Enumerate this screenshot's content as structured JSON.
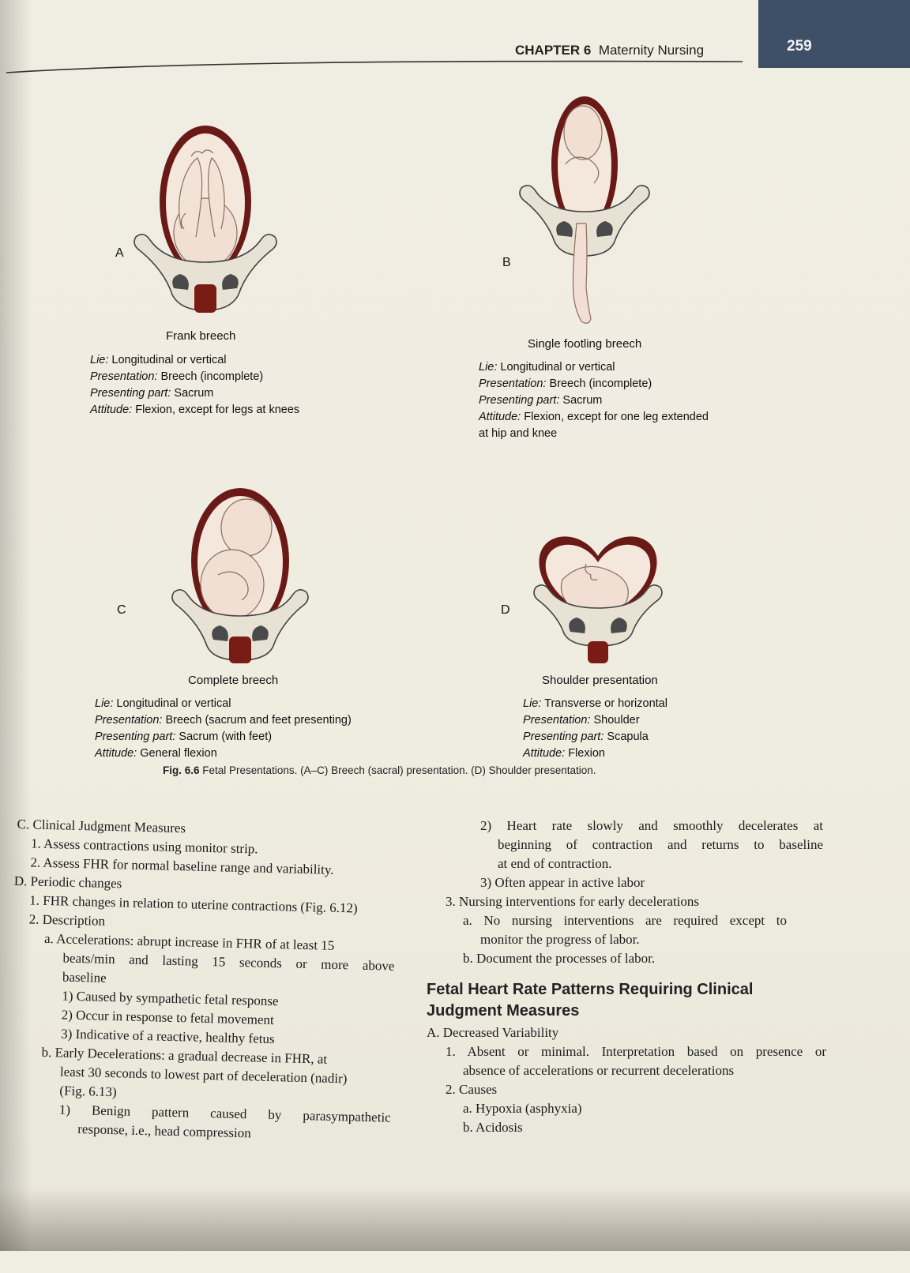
{
  "header": {
    "chapter": "CHAPTER 6",
    "title": "Maternity Nursing",
    "page_number": "259"
  },
  "figures": {
    "a": {
      "letter": "A",
      "title": "Frank breech",
      "lie_label": "Lie:",
      "lie": " Longitudinal or vertical",
      "presentation_label": "Presentation:",
      "presentation": " Breech (incomplete)",
      "part_label": "Presenting part:",
      "part": " Sacrum",
      "attitude_label": "Attitude:",
      "attitude": " Flexion, except for legs at knees"
    },
    "b": {
      "letter": "B",
      "title": "Single footling breech",
      "lie_label": "Lie:",
      "lie": " Longitudinal or vertical",
      "presentation_label": "Presentation:",
      "presentation": " Breech (incomplete)",
      "part_label": "Presenting part:",
      "part": " Sacrum",
      "attitude_label": "Attitude:",
      "attitude": " Flexion, except for one leg extended",
      "attitude_cont": "at hip and knee"
    },
    "c": {
      "letter": "C",
      "title": "Complete breech",
      "lie_label": "Lie:",
      "lie": " Longitudinal or vertical",
      "presentation_label": "Presentation:",
      "presentation": " Breech (sacrum and feet presenting)",
      "part_label": "Presenting part:",
      "part": " Sacrum (with feet)",
      "attitude_label": "Attitude:",
      "attitude": " General flexion"
    },
    "d": {
      "letter": "D",
      "title": "Shoulder presentation",
      "lie_label": "Lie:",
      "lie": " Transverse or horizontal",
      "presentation_label": "Presentation:",
      "presentation": " Shoulder",
      "part_label": "Presenting part:",
      "part": " Scapula",
      "attitude_label": "Attitude:",
      "attitude": " Flexion"
    },
    "caption_label": "Fig. 6.6",
    "caption_text": " Fetal Presentations. (A–C) Breech (sacral) presentation. (D) Shoulder presentation."
  },
  "left_column": {
    "l1": "C. Clinical Judgment Measures",
    "l2": "1. Assess contractions using monitor strip.",
    "l3": "2. Assess FHR for normal baseline range and variability.",
    "l4": "D. Periodic changes",
    "l5": "1. FHR changes in relation to uterine contractions (Fig. 6.12)",
    "l6": "2. Description",
    "l7": "a. Accelerations: abrupt increase in FHR of at least 15",
    "l8": "beats/min and lasting 15 seconds or more above",
    "l9": "baseline",
    "l10": "1) Caused by sympathetic fetal response",
    "l11": "2) Occur in response to fetal movement",
    "l12": "3) Indicative of a reactive, healthy fetus",
    "l13": "b. Early Decelerations: a gradual decrease in FHR, at",
    "l14": "least 30 seconds to lowest part of deceleration (nadir)",
    "l15": "(Fig. 6.13)",
    "l16": "1) Benign pattern caused by parasympathetic",
    "l17": "response, i.e., head compression"
  },
  "right_column": {
    "r1": "2) Heart rate slowly and smoothly decelerates at",
    "r2": "beginning of contraction and returns to baseline",
    "r3": "at end of contraction.",
    "r4": "3) Often appear in active labor",
    "r5": "3. Nursing interventions for early decelerations",
    "r6": "a. No nursing interventions are required except to",
    "r7": "monitor the progress of labor.",
    "r8": "b. Document the processes of labor.",
    "heading_1": "Fetal Heart Rate Patterns Requiring Clinical",
    "heading_2": "Judgment Measures",
    "r9": "A. Decreased Variability",
    "r10": "1. Absent or minimal. Interpretation based on presence or",
    "r11": "absence of accelerations or recurrent decelerations",
    "r12": "2. Causes",
    "r13": "a. Hypoxia (asphyxia)",
    "r14": "b. Acidosis"
  }
}
